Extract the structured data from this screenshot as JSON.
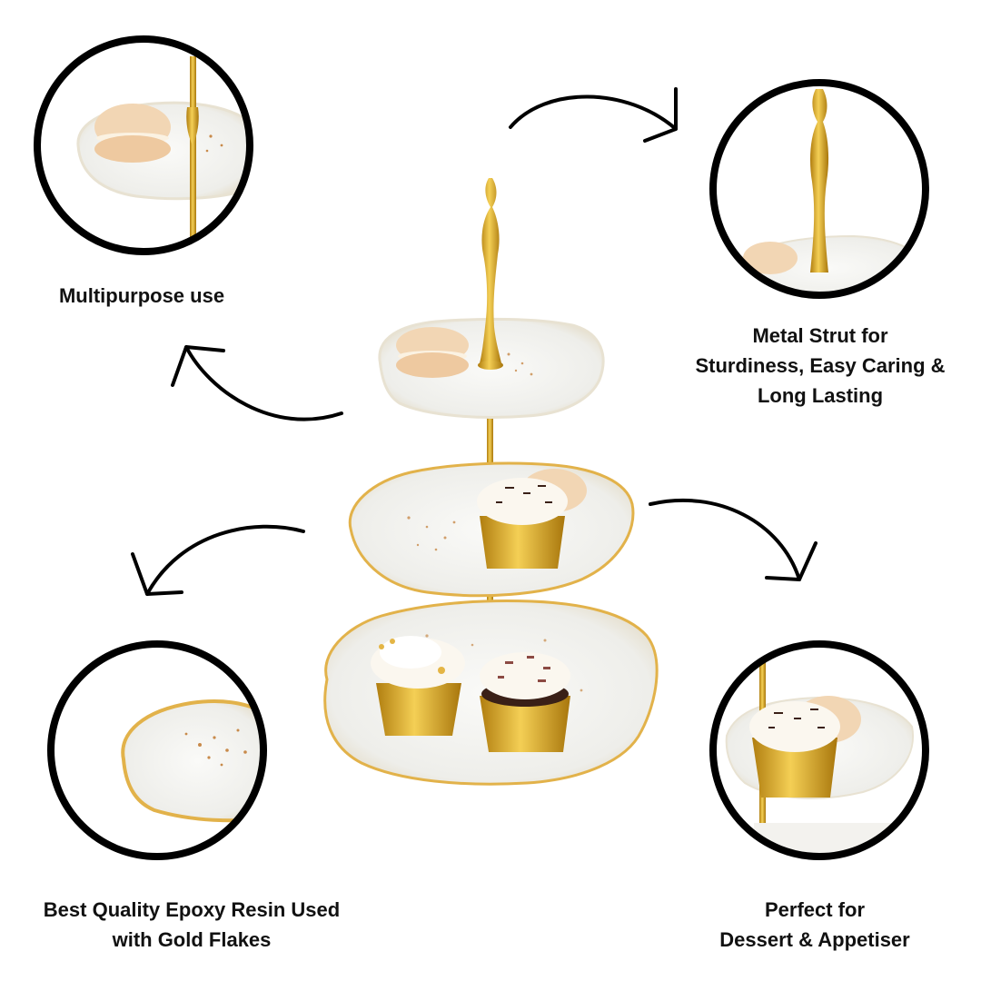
{
  "captions": {
    "multipurpose": "Multipurpose use",
    "metal_strut": [
      "Metal Strut for",
      "Sturdiness, Easy Caring &",
      "Long Lasting"
    ],
    "epoxy_resin": [
      "Best Quality Epoxy Resin Used",
      "with Gold Flakes"
    ],
    "dessert": [
      "Perfect for",
      "Dessert & Appetiser"
    ]
  },
  "colors": {
    "outline": "#000000",
    "gold": "#d9a72a",
    "gold_dark": "#b07d0f",
    "resin": "#f3f2ee",
    "macaron": "#f2d6b4",
    "cream": "#fbf7ef",
    "chocolate": "#3a2017",
    "text": "#111111"
  },
  "icons": {
    "arrow": "curved-arrow-icon",
    "stand": "three-tier-cake-stand"
  }
}
